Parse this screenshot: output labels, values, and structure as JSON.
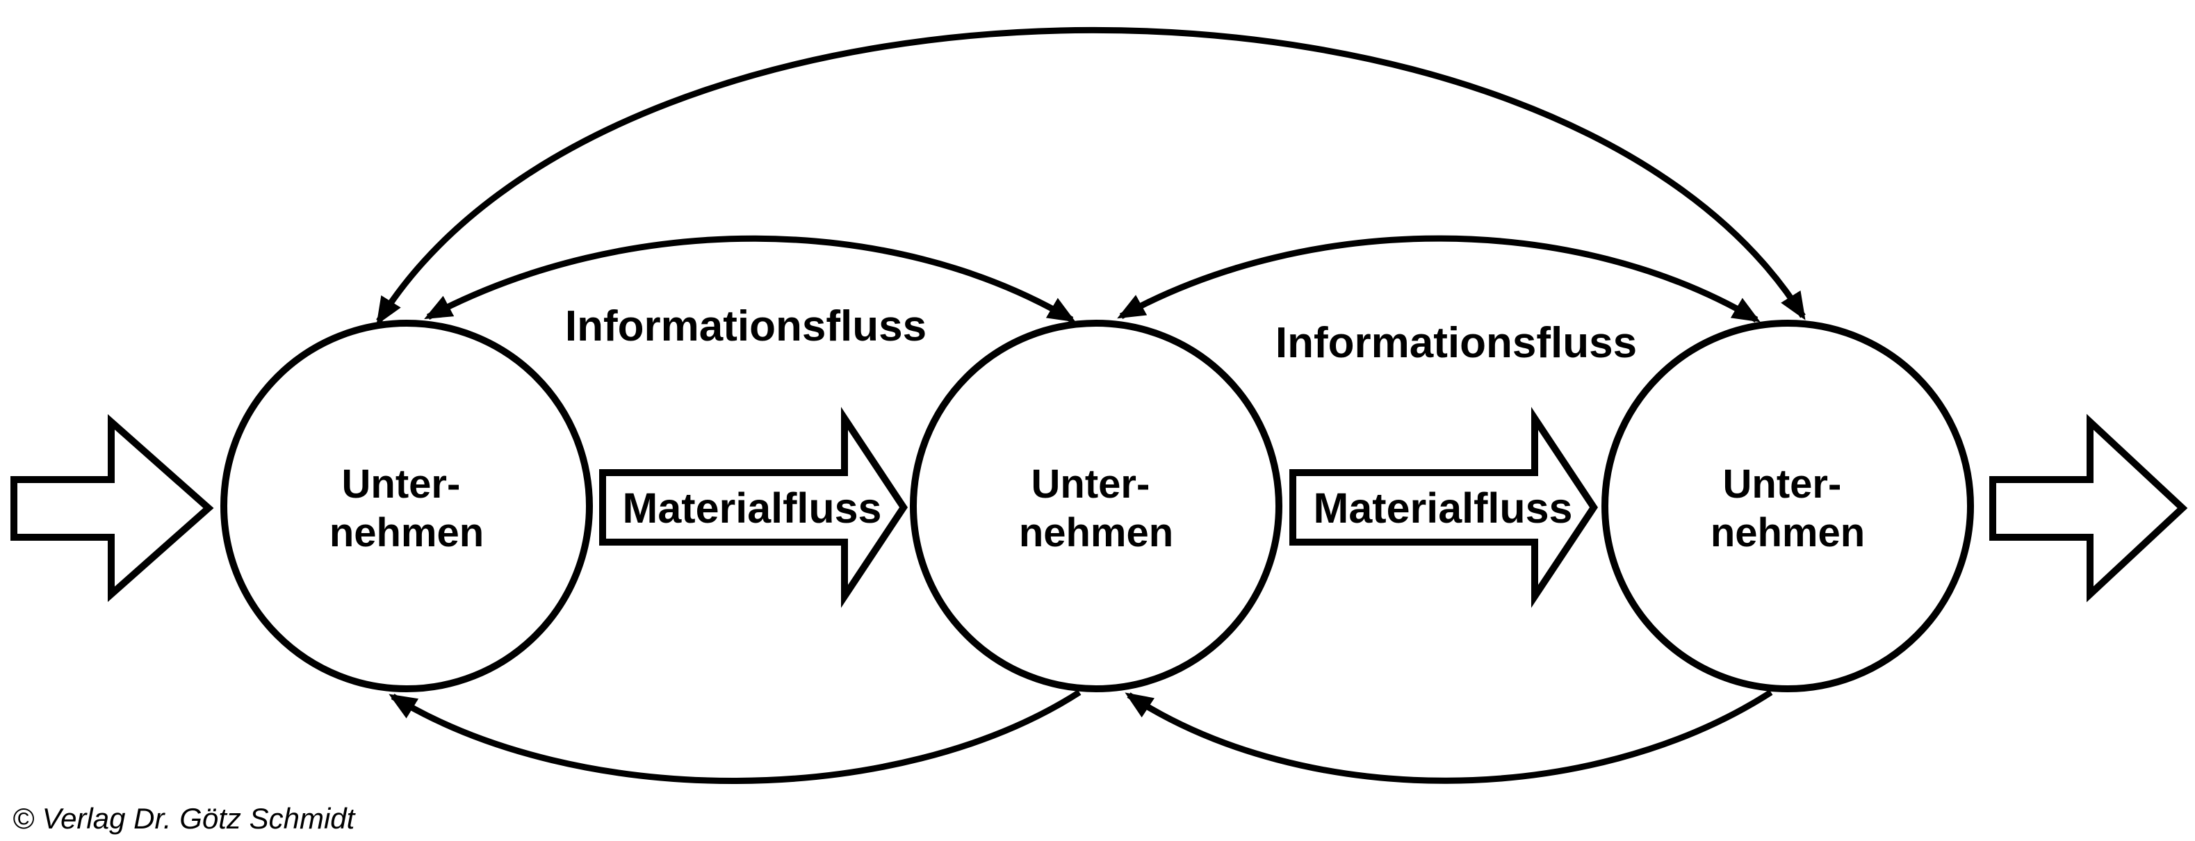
{
  "diagram": {
    "nodes": [
      {
        "line1": "Unter-",
        "line2": "nehmen"
      },
      {
        "line1": "Unter-",
        "line2": "nehmen"
      },
      {
        "line1": "Unter-",
        "line2": "nehmen"
      }
    ],
    "material_flows": [
      {
        "label": "Materialfluss"
      },
      {
        "label": "Materialfluss"
      }
    ],
    "information_flows": [
      {
        "label": "Informationsfluss"
      },
      {
        "label": "Informationsfluss"
      }
    ],
    "copyright": "© Verlag Dr. Götz Schmidt",
    "colors": {
      "line": "#000000",
      "fill": "#ffffff"
    }
  }
}
